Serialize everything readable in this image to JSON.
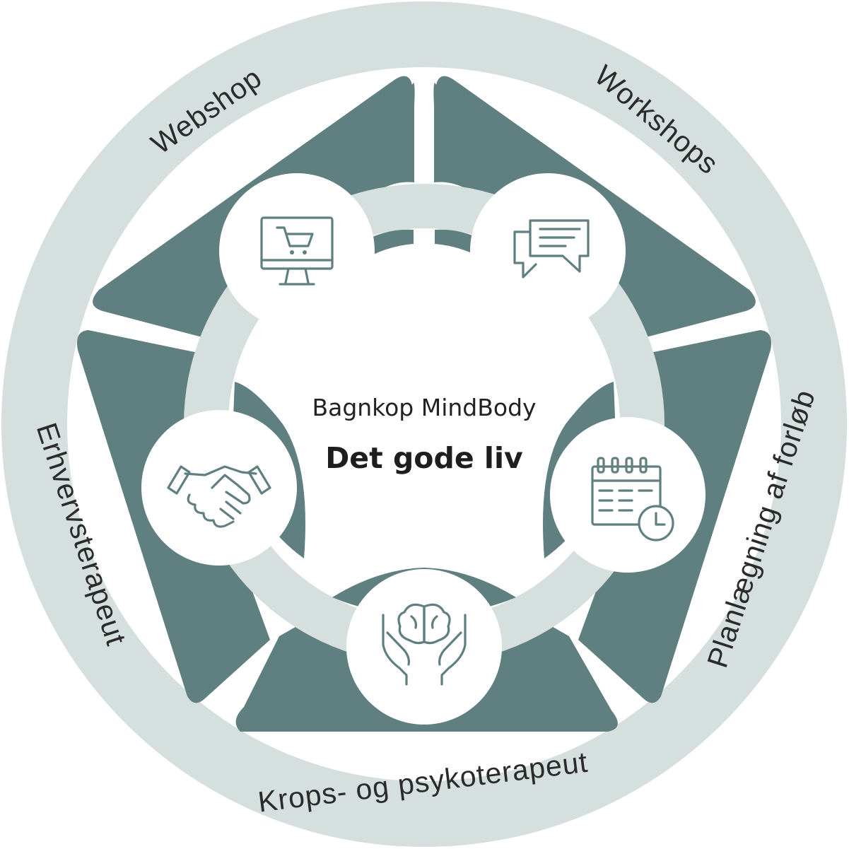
{
  "colors": {
    "outer_ring": "#d5dfdd",
    "segments": "#5f7f80",
    "inner_ring": "#d5dfdd",
    "circles": "#ffffff",
    "icons": "#5f7f80"
  },
  "center": {
    "title": "Bagnkop MindBody",
    "subtitle": "Det gode liv"
  },
  "segments": [
    {
      "label": "Webshop",
      "icon": "computer-shopping-cart-icon"
    },
    {
      "label": "Workshops",
      "icon": "chat-bubbles-icon"
    },
    {
      "label": "Planlægning af forløb",
      "icon": "calendar-clock-icon"
    },
    {
      "label": "Krops- og psykoterapeut",
      "icon": "brain-hands-icon"
    },
    {
      "label": "Erhvervsterapeut",
      "icon": "handshake-icon"
    }
  ]
}
